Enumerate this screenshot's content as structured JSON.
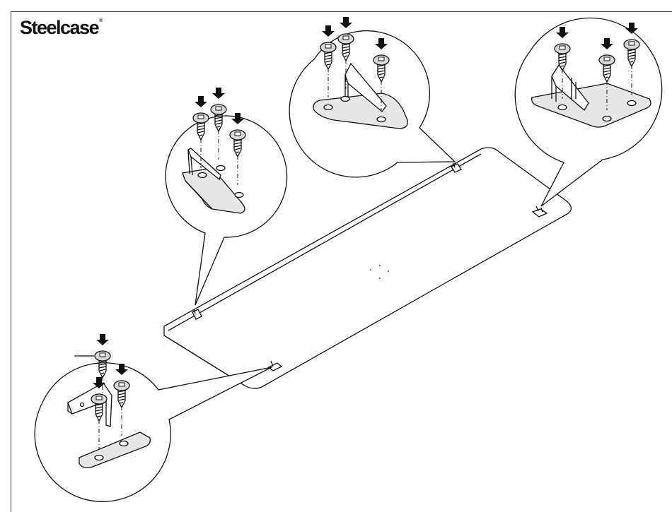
{
  "brand": {
    "name": "Steelcase",
    "registered_mark": "®"
  },
  "colors": {
    "line": "#111111",
    "background": "#ffffff",
    "screw_head_fill": "#d9d9d9"
  },
  "diagram": {
    "callouts": [
      {
        "id": "top-left",
        "screws": 3
      },
      {
        "id": "top-center",
        "screws": 3
      },
      {
        "id": "top-right",
        "screws": 3
      },
      {
        "id": "bottom-left",
        "screws": 3
      }
    ],
    "panel_brackets": 4
  }
}
